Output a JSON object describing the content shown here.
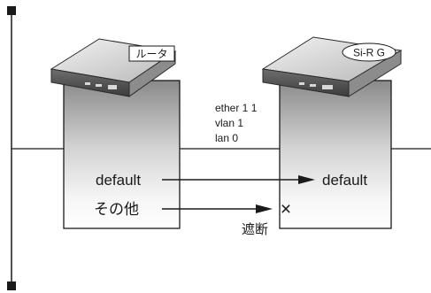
{
  "devices": {
    "left": {
      "badge": "ルータ"
    },
    "right": {
      "badge": "Si-R G"
    }
  },
  "interface_labels": {
    "line1": "ether 1 1",
    "line2": "vlan 1",
    "line3": "lan 0"
  },
  "flows": {
    "default_src": "default",
    "default_dst": "default",
    "other_src": "その他",
    "blocked": "遮断",
    "block_mark": "×"
  }
}
